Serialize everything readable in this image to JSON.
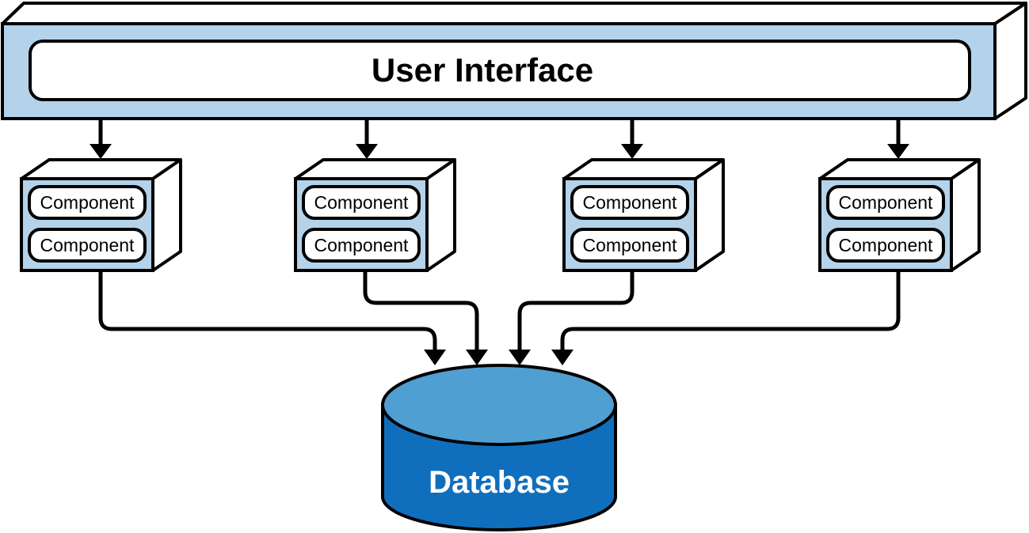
{
  "diagram": {
    "user_interface": {
      "label": "User Interface"
    },
    "services": [
      {
        "components": [
          "Component",
          "Component"
        ]
      },
      {
        "components": [
          "Component",
          "Component"
        ]
      },
      {
        "components": [
          "Component",
          "Component"
        ]
      },
      {
        "components": [
          "Component",
          "Component"
        ]
      }
    ],
    "database": {
      "label": "Database"
    }
  },
  "colors": {
    "light_blue": "#b4d3ea",
    "db_top": "#4f9fd2",
    "db_body": "#0f6fbd",
    "stroke": "#000000",
    "white": "#ffffff"
  }
}
